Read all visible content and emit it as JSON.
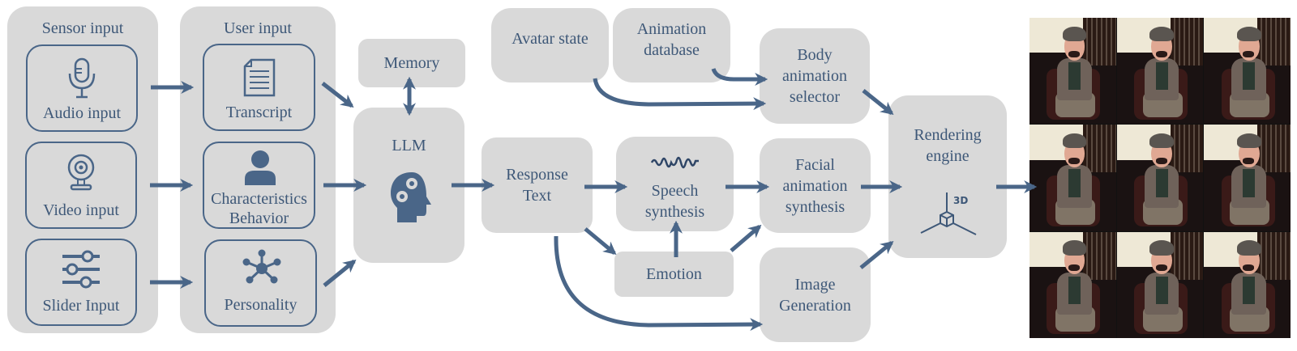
{
  "sensor_group": {
    "title": "Sensor input",
    "items": [
      {
        "label": "Audio input",
        "icon": "microphone-icon"
      },
      {
        "label": "Video input",
        "icon": "webcam-icon"
      },
      {
        "label": "Slider Input",
        "icon": "sliders-icon"
      }
    ]
  },
  "user_group": {
    "title": "User input",
    "items": [
      {
        "label": "Transcript",
        "icon": "document-icon"
      },
      {
        "label_line1": "Characteristics",
        "label_line2": "Behavior",
        "icon": "person-icon"
      },
      {
        "label": "Personality",
        "icon": "network-icon"
      }
    ]
  },
  "nodes": {
    "memory": "Memory",
    "llm": "LLM",
    "response_text": {
      "line1": "Response",
      "line2": "Text"
    },
    "avatar_state": "Avatar state",
    "animation_database": {
      "line1": "Animation",
      "line2": "database"
    },
    "body_animation_selector": {
      "line1": "Body",
      "line2": "animation",
      "line3": "selector"
    },
    "speech_synthesis": {
      "line1": "Speech",
      "line2": "synthesis"
    },
    "emotion": "Emotion",
    "facial_animation_synthesis": {
      "line1": "Facial",
      "line2": "animation",
      "line3": "synthesis"
    },
    "image_generation": {
      "line1": "Image",
      "line2": "Generation"
    },
    "rendering_engine": {
      "line1": "Rendering",
      "line2": "engine",
      "icon_text": "3D"
    }
  },
  "output": {
    "frames": 9,
    "description": "Grid of rendered avatar frames"
  },
  "colors": {
    "node_fill": "#d9d9d9",
    "accent": "#4a6688",
    "text": "#3e5878"
  }
}
